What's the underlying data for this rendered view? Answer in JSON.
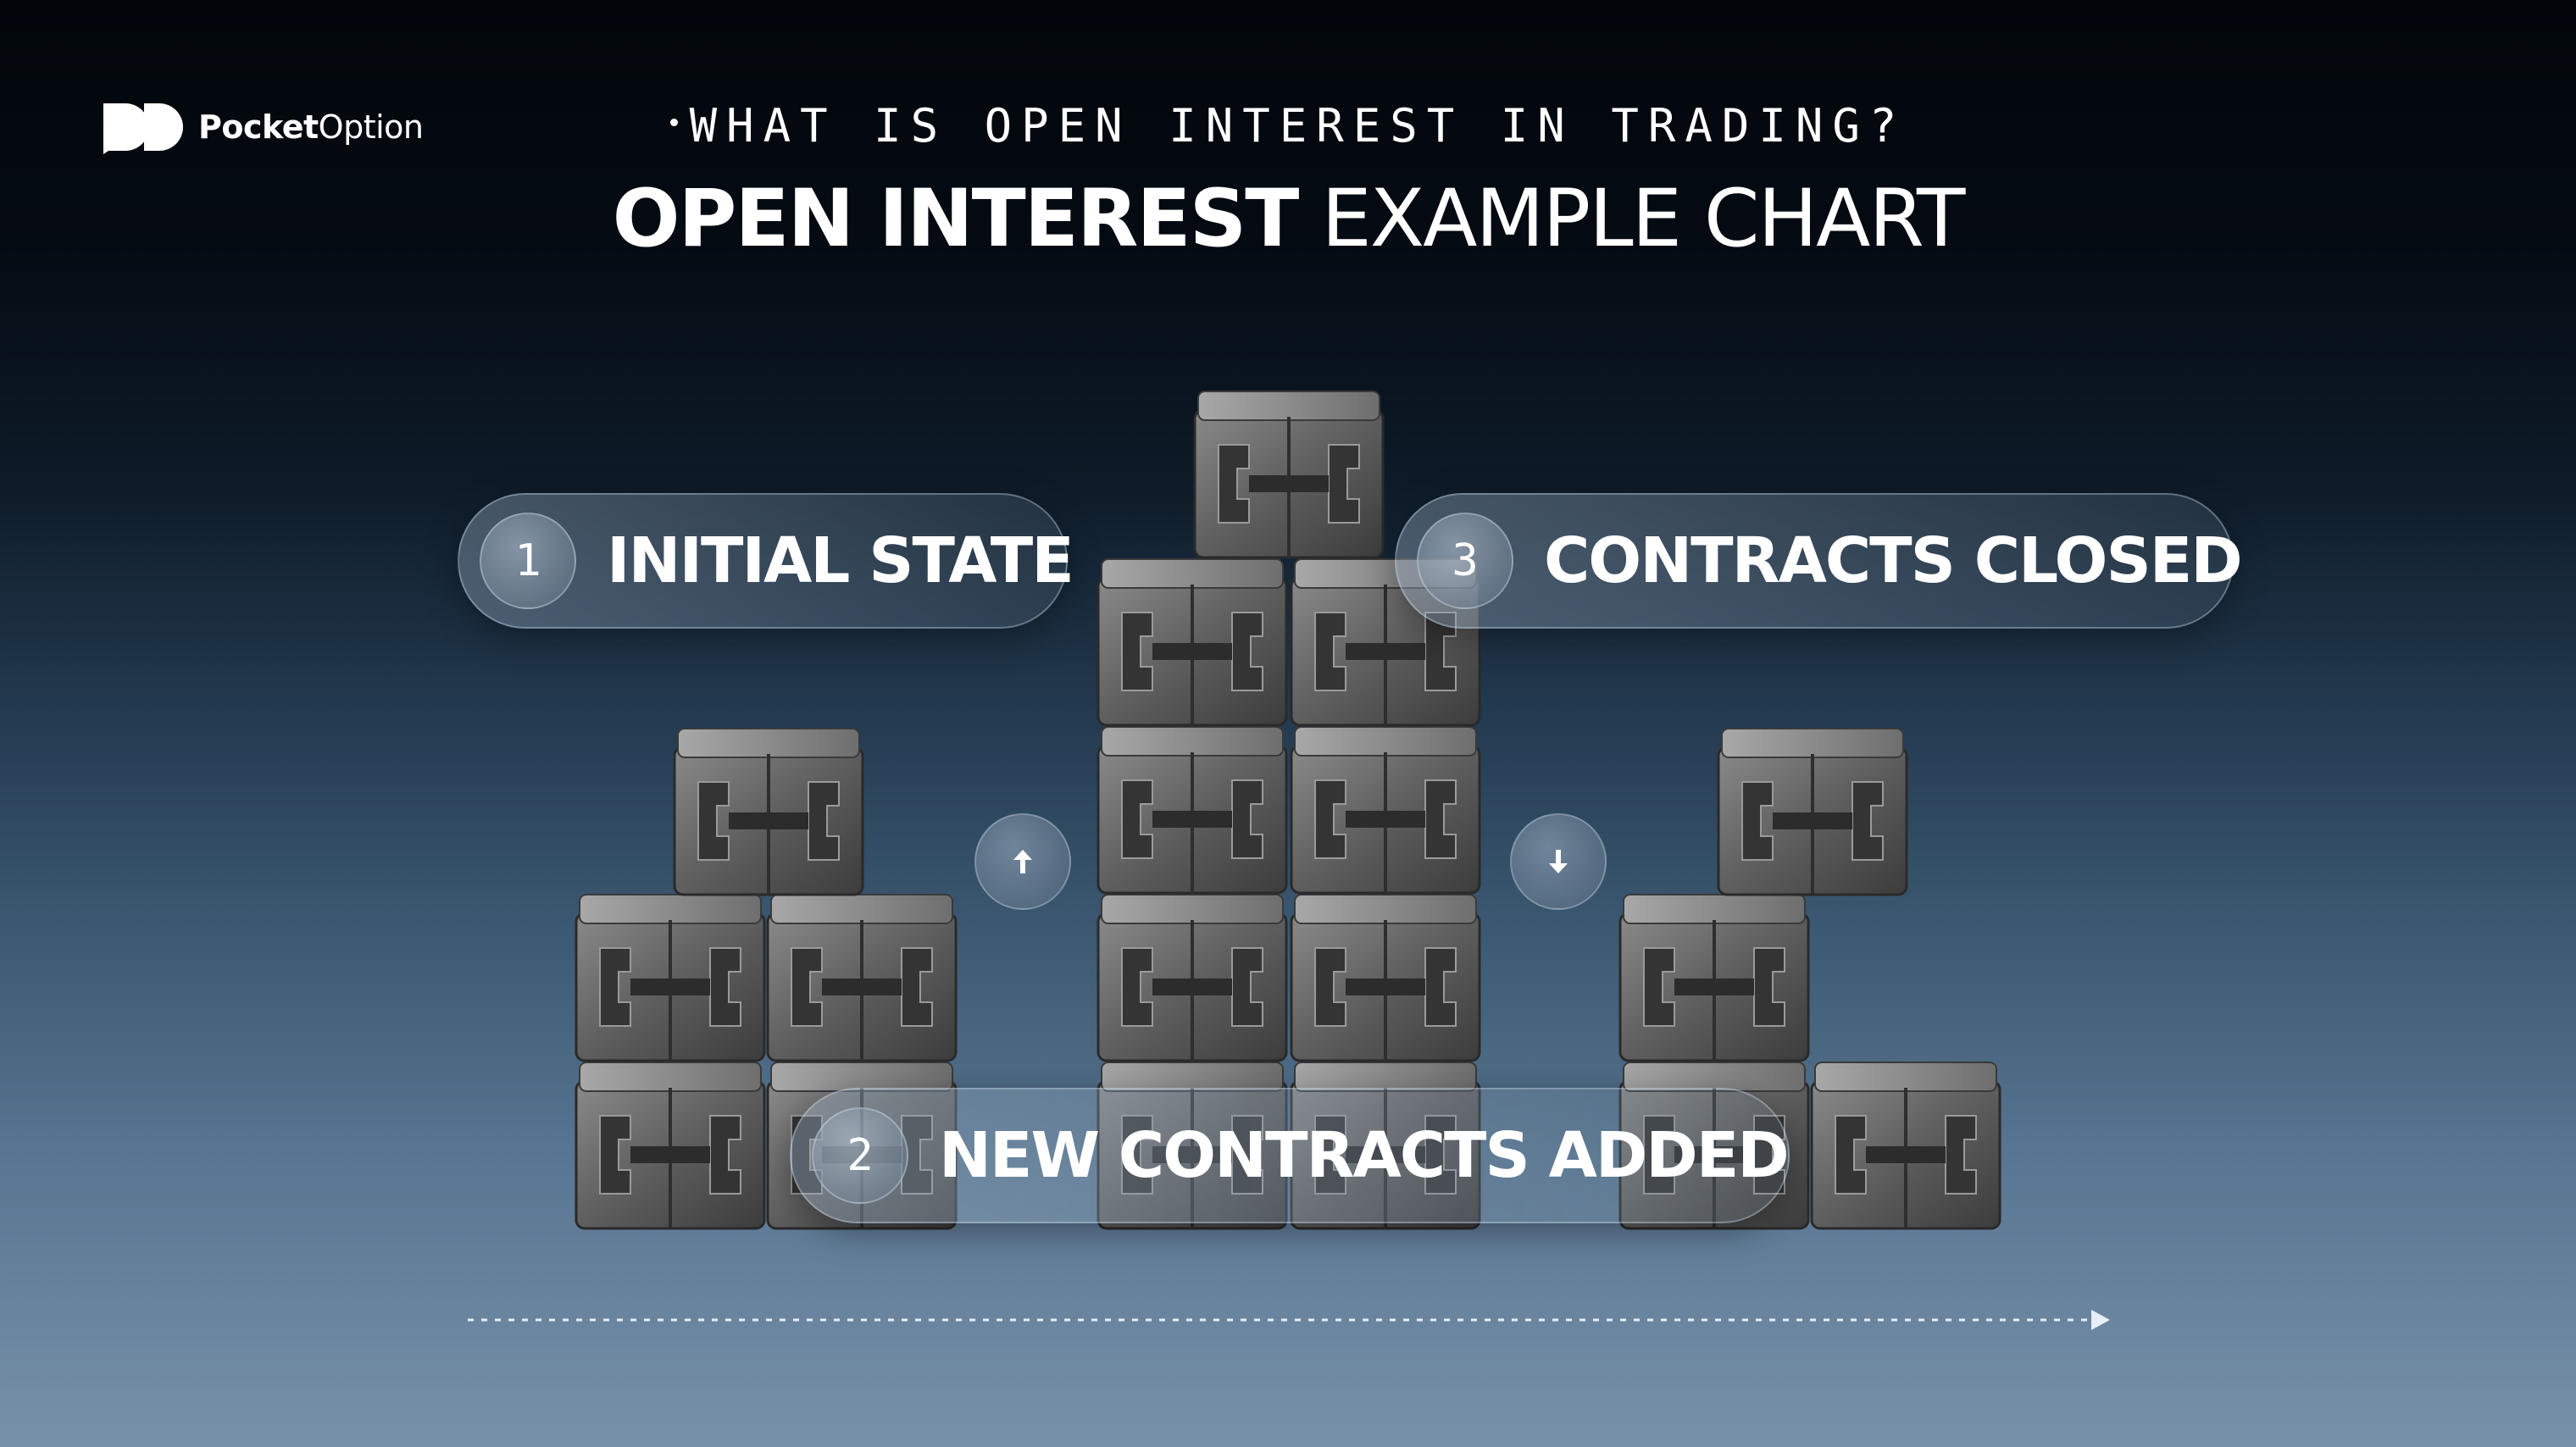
{
  "brand": {
    "name_bold": "Pocket",
    "name_light": "Option"
  },
  "header": {
    "eyebrow": "WHAT IS OPEN INTEREST IN TRADING?",
    "title_bold": "OPEN INTEREST",
    "title_light": "EXAMPLE CHART"
  },
  "stages": [
    {
      "number": "1",
      "label": "INITIAL STATE"
    },
    {
      "number": "2",
      "label": "NEW CONTRACTS ADDED"
    },
    {
      "number": "3",
      "label": "CONTRACTS CLOSED"
    }
  ],
  "transitions": [
    {
      "direction": "up",
      "icon": "arrow-up-icon"
    },
    {
      "direction": "down",
      "icon": "arrow-down-icon"
    }
  ],
  "block_counts": [
    5,
    9,
    4
  ],
  "colors": {
    "background_top": "#02060b",
    "background_bottom": "#7891aa",
    "block_face": "#6b6b6b",
    "block_dark": "#3a3a3a",
    "text": "#ffffff"
  }
}
